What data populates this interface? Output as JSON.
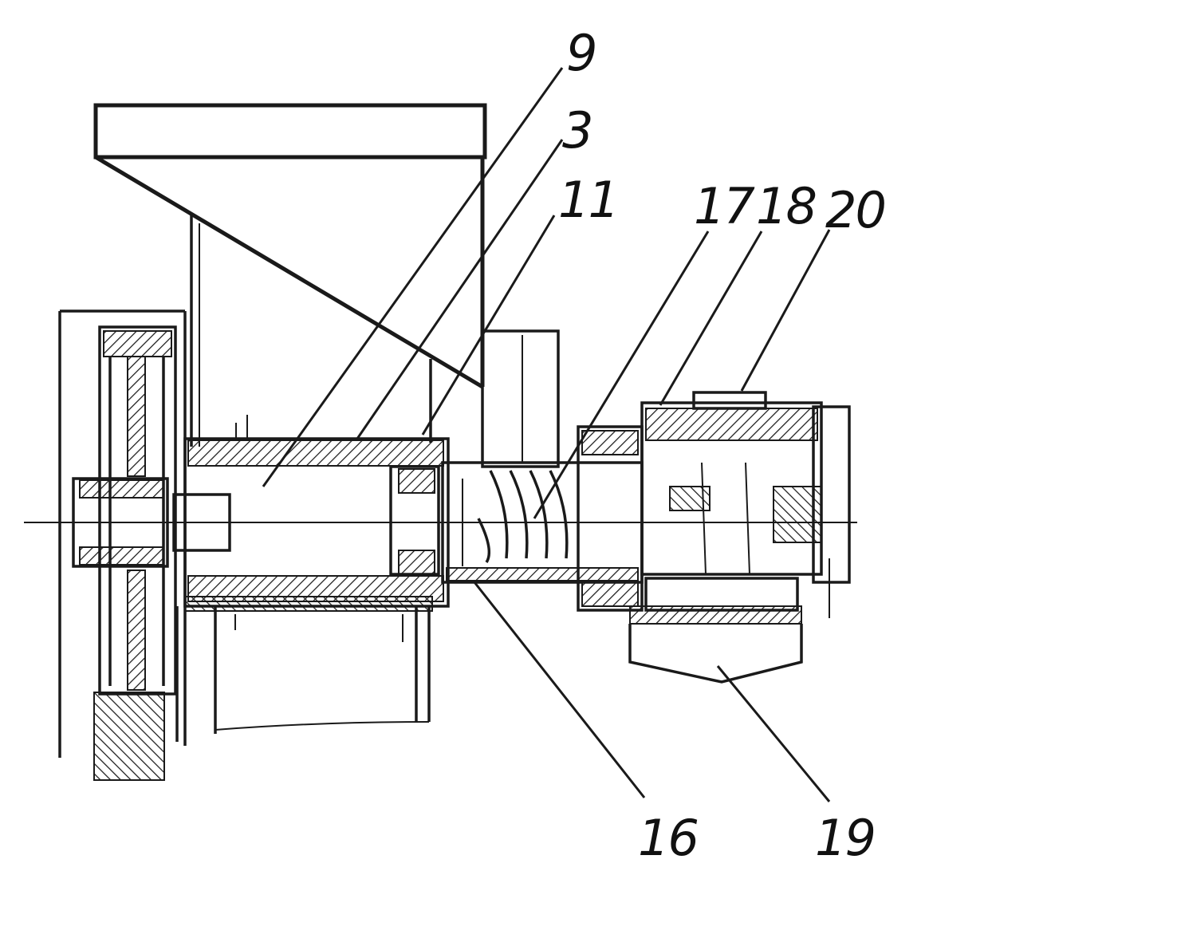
{
  "labels": {
    "l9": "9",
    "l3": "3",
    "l11": "11",
    "l17": "17",
    "l18": "18",
    "l20": "20",
    "l16": "16",
    "l19": "19"
  },
  "colors": {
    "ink": "#1a1a1a",
    "background": "#ffffff"
  }
}
